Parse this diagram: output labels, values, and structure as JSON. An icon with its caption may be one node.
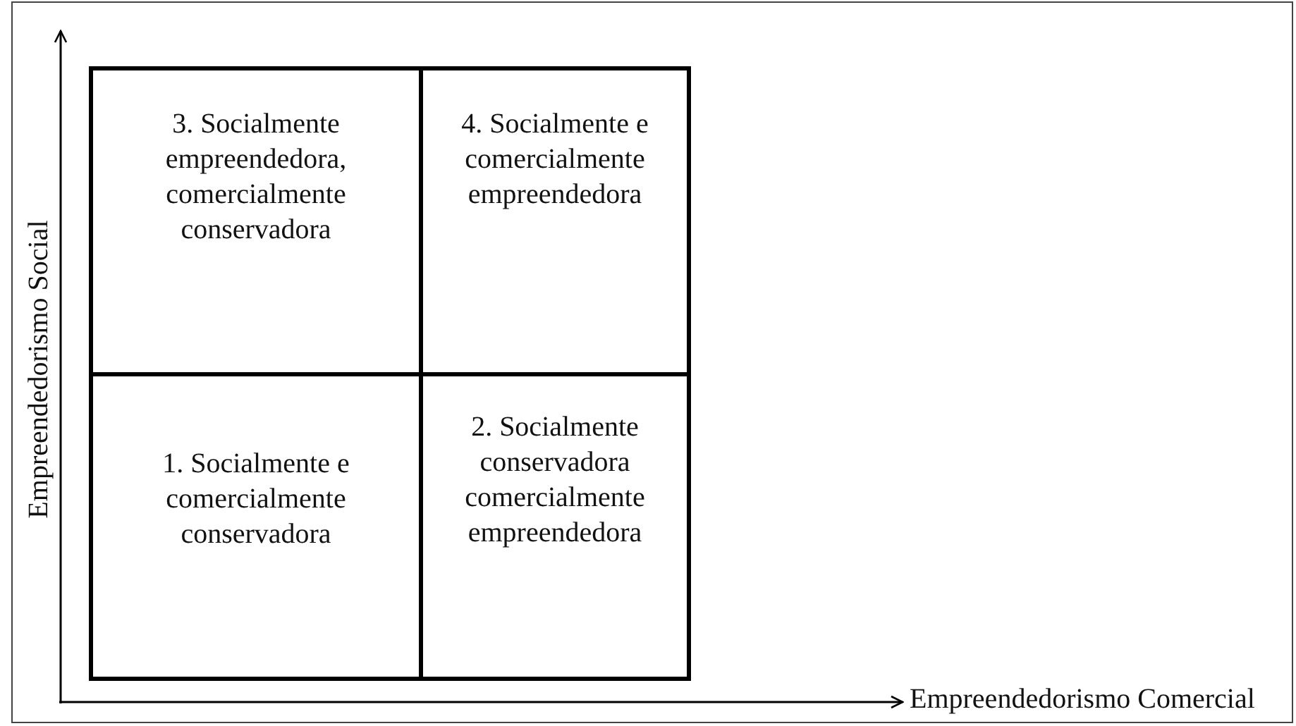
{
  "diagram": {
    "nodes": [
      {
        "text": [
          "3. Socialmente empreendedora, comercialmente conservadora"
        ]
      },
      {
        "text": [
          "4. Socialmente e comercialmente empreendedora"
        ]
      },
      {
        "text": [
          "1. Socialmente e comercialmente conservadora"
        ]
      },
      {
        "text": [
          "2. Socialmente conservadora comercialmente empreendedora"
        ]
      }
    ],
    "labels": [
      "Empreendedorismo Social",
      "Empreendedorismo Comercial"
    ]
  }
}
